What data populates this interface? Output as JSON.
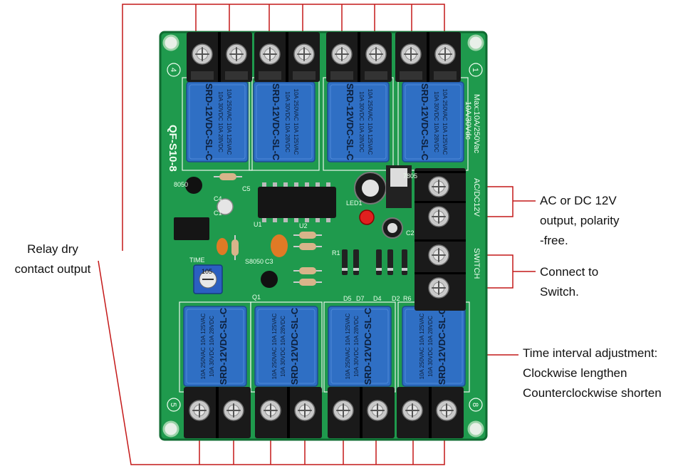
{
  "colors": {
    "pcb": "#1f9a4d",
    "pcb_edge": "#0f6b31",
    "relay": "#2f6fc4",
    "terminal": "#1a1a1a",
    "screw": "#c9c9c9",
    "annotation_line": "#c41818"
  },
  "annotations": {
    "relay_output": [
      "Relay dry",
      "contact output"
    ],
    "power_output": [
      "AC or DC 12V",
      "output, polarity",
      "-free."
    ],
    "switch": [
      "Connect to",
      "Switch."
    ],
    "time_adjust": [
      "Time interval adjustment:",
      "Clockwise lengthen",
      "Counterclockwise shorten"
    ]
  },
  "board": {
    "model": "QF-S10-8",
    "max_rating": "Max:10A/250Vac",
    "max_rating_dc": "10A/30Vdc",
    "power_terminal_label": "AC/DC12V",
    "switch_terminal_label": "SWITCH",
    "pot_label": "TIME",
    "pot_value": "105",
    "corner_numbers": [
      "4",
      "1",
      "5",
      "8"
    ],
    "relay_model": "SRD-12VDC-SL-C",
    "relay_specs": [
      "10A 250VAC  10A 125VAC",
      "10A 30VDC  10A 28VDC"
    ],
    "component_labels": [
      "8050",
      "C1",
      "C2",
      "C3",
      "C4",
      "C5",
      "U1",
      "U2",
      "LED1",
      "R1",
      "D5",
      "D7",
      "D4",
      "D2",
      "R6",
      "Q1",
      "S8050",
      "7805"
    ]
  }
}
